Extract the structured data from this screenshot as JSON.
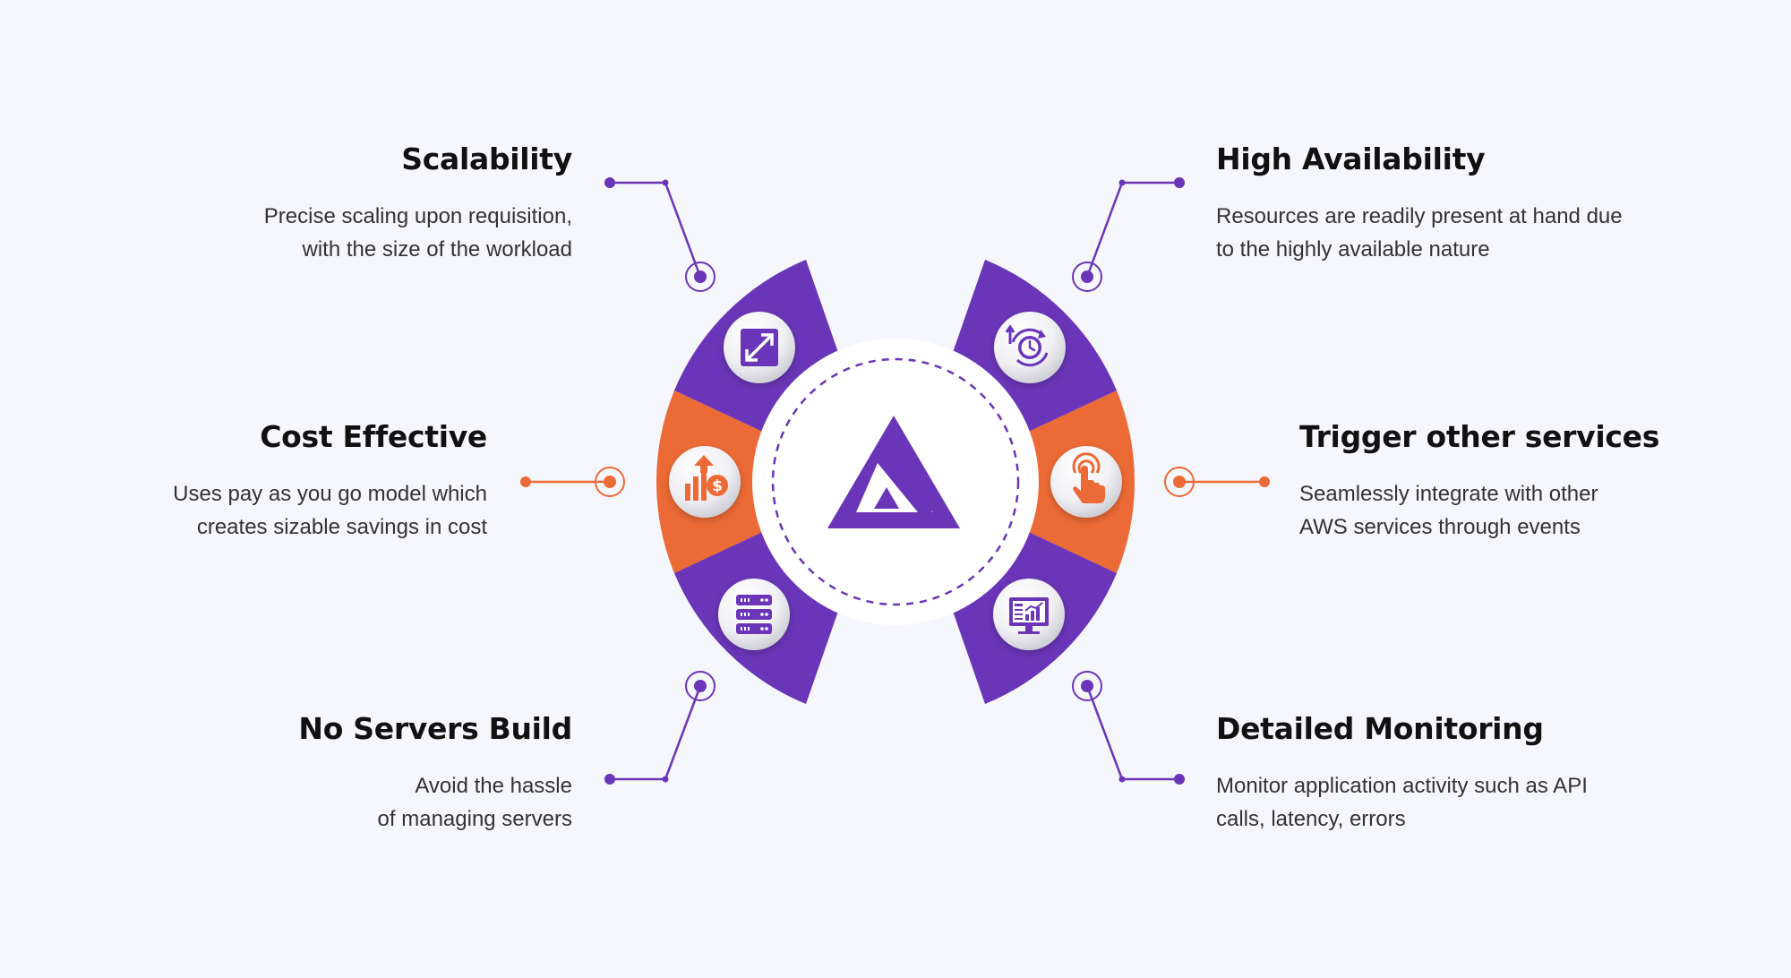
{
  "colors": {
    "purple": "#6a35b8",
    "orange": "#ec6a35",
    "background": "#f6f6fd",
    "heading": "#111111",
    "body_text": "#333333"
  },
  "center_logo": {
    "icon": "triangle-logo-icon"
  },
  "features": [
    {
      "id": "scalability",
      "title": "Scalability",
      "lines": [
        "Precise scaling upon requisition,",
        "with the size of the workload"
      ],
      "icon": "expand-arrows-icon",
      "accent": "purple"
    },
    {
      "id": "cost-effective",
      "title": "Cost Effective",
      "lines": [
        "Uses pay as you go model which",
        "creates sizable savings in cost"
      ],
      "icon": "cost-growth-icon",
      "accent": "orange"
    },
    {
      "id": "no-servers-build",
      "title": "No Servers Build",
      "lines": [
        "Avoid the hassle",
        "of managing servers"
      ],
      "icon": "server-stack-icon",
      "accent": "purple"
    },
    {
      "id": "high-availability",
      "title": "High Availability",
      "lines": [
        "Resources are readily present at hand due",
        "to the highly available nature"
      ],
      "icon": "clock-refresh-icon",
      "accent": "purple"
    },
    {
      "id": "trigger-other-services",
      "title": "Trigger other services",
      "lines": [
        "Seamlessly integrate with other",
        "AWS services through events"
      ],
      "icon": "touch-tap-icon",
      "accent": "orange"
    },
    {
      "id": "detailed-monitoring",
      "title": "Detailed Monitoring",
      "lines": [
        "Monitor application activity such as API",
        "calls, latency, errors"
      ],
      "icon": "monitor-chart-icon",
      "accent": "purple"
    }
  ]
}
